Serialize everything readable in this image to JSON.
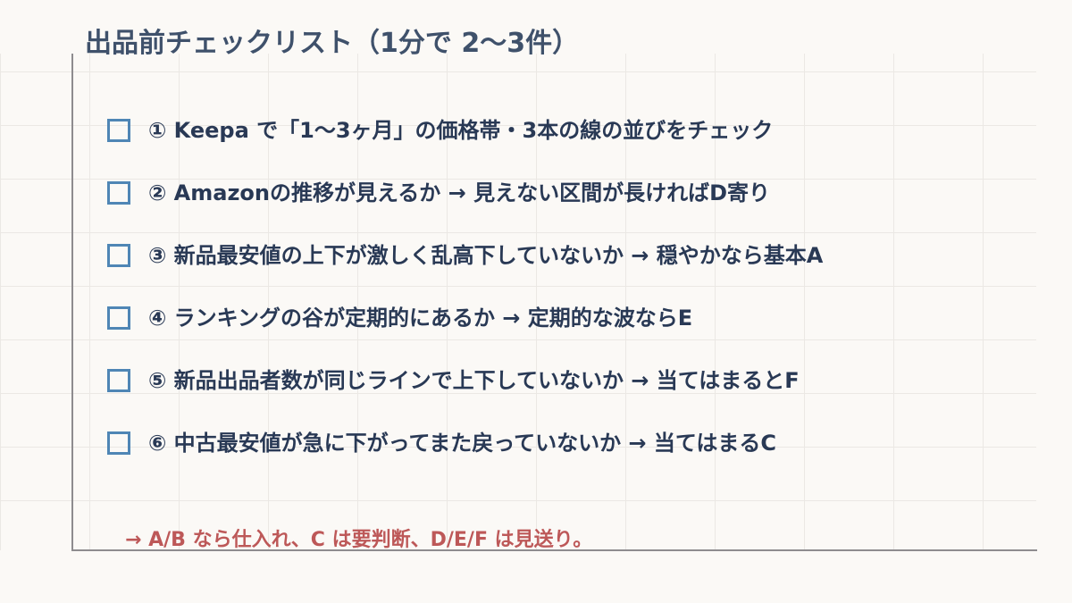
{
  "slide": {
    "title": "出品前チェックリスト（1分で 2～3件）",
    "items": [
      {
        "number": "①",
        "text": "① Keepa で「1～3ヶ月」の価格帯・3本の線の並びをチェック"
      },
      {
        "number": "②",
        "text": "② Amazonの推移が見えるか → 見えない区間が長ければD寄り"
      },
      {
        "number": "③",
        "text": "③ 新品最安値の上下が激しく乱高下していないか → 穏やかなら基本A"
      },
      {
        "number": "④",
        "text": "④ ランキングの谷が定期的にあるか → 定期的な波ならE"
      },
      {
        "number": "⑤",
        "text": "⑤ 新品出品者数が同じラインで上下していないか → 当てはまるとF"
      },
      {
        "number": "⑥",
        "text": "⑥ 中古最安値が急に下がってまた戻っていないか → 当てはまるC"
      }
    ],
    "footnote": "→ A/B なら仕入れ、C は要判断、D/E/F は見送り。",
    "colors": {
      "background": "#fbf9f6",
      "title": "#3f516b",
      "text": "#293955",
      "checkbox": "#4f86b5",
      "footnote": "#bd5858",
      "axis": "#8e8c8f",
      "grid": "#ebe8e4"
    }
  }
}
